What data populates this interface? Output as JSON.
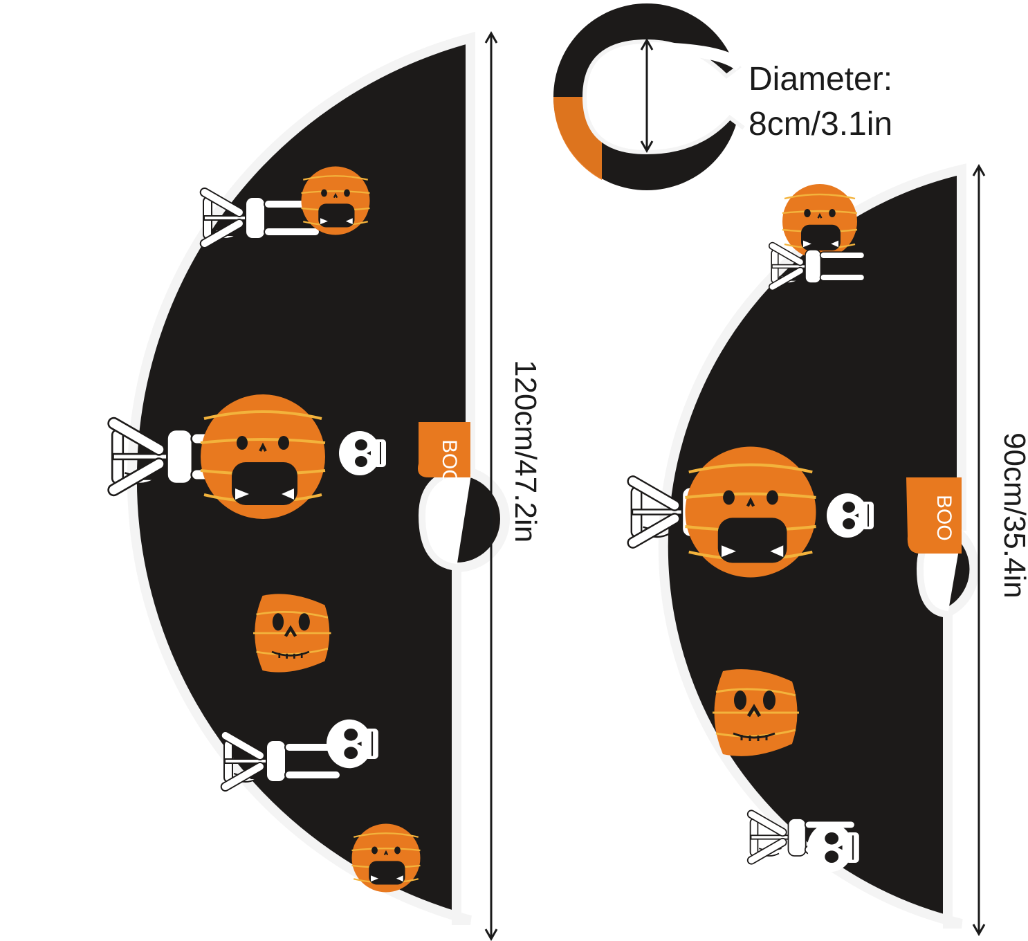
{
  "colors": {
    "fabric": "#1c1a19",
    "border": "#f4f4f4",
    "pumpkin": "#e8791f",
    "pumpkin_rib": "#f3b33c",
    "bone": "#ffffff",
    "text": "#1a1a1a"
  },
  "hole": {
    "label_line1": "Diameter:",
    "label_line2": "8cm/3.1in"
  },
  "large_skirt": {
    "size_label": "120cm/47.2in",
    "boo_text": "BOO"
  },
  "small_skirt": {
    "size_label": "90cm/35.4in",
    "boo_text": "BOO"
  }
}
